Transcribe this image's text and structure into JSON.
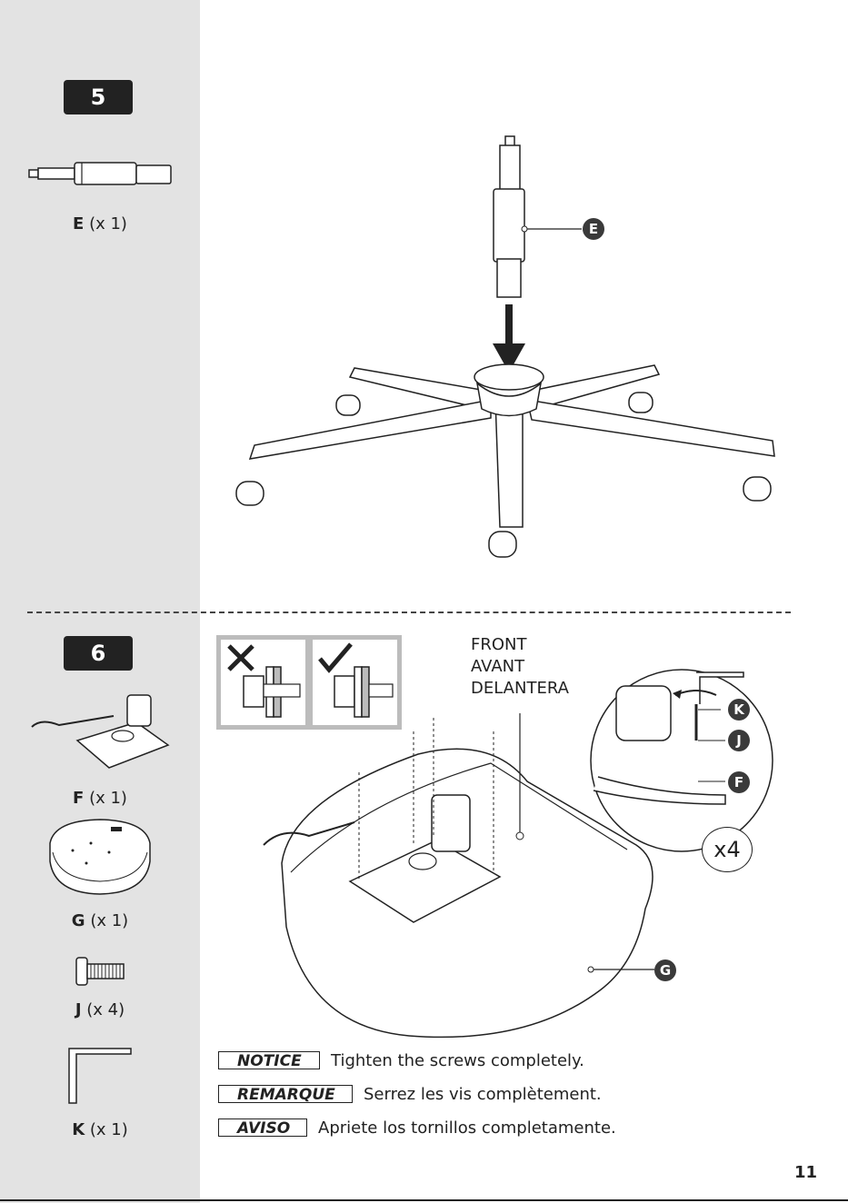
{
  "steps": [
    {
      "number": "5",
      "parts": [
        {
          "letter": "E",
          "qty": "(x 1)"
        }
      ],
      "callouts": [
        "E"
      ]
    },
    {
      "number": "6",
      "parts": [
        {
          "letter": "F",
          "qty": "(x 1)"
        },
        {
          "letter": "G",
          "qty": "(x 1)"
        },
        {
          "letter": "J",
          "qty": "(x 4)"
        },
        {
          "letter": "K",
          "qty": "(x 1)"
        }
      ],
      "front_label": [
        "FRONT",
        "AVANT",
        "DELANTERA"
      ],
      "callouts": [
        "K",
        "J",
        "F",
        "G"
      ],
      "multiplier": "x4"
    }
  ],
  "notices": [
    {
      "tag": "NOTICE",
      "text": "Tighten the screws completely."
    },
    {
      "tag": "REMARQUE",
      "text": "Serrez les vis complètement."
    },
    {
      "tag": "AVISO",
      "text": "Apriete los tornillos completamente."
    }
  ],
  "page_number": "11"
}
